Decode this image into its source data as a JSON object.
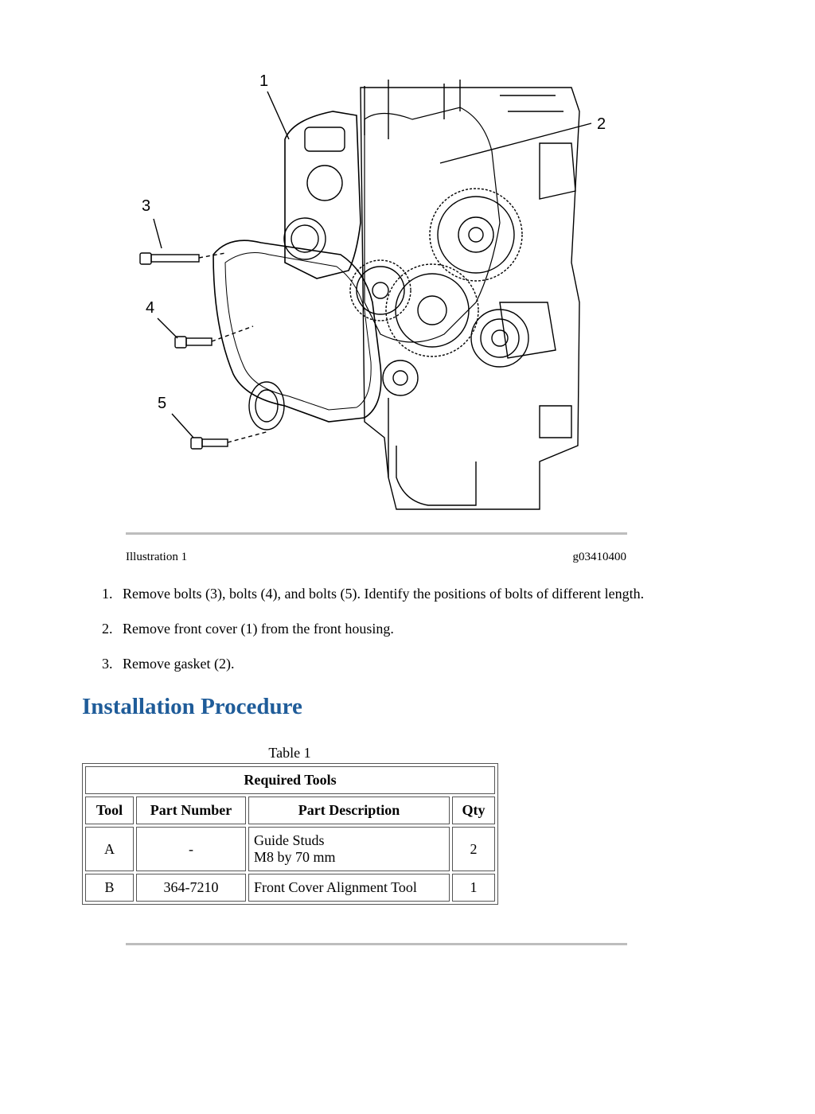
{
  "figure": {
    "callouts": [
      "1",
      "2",
      "3",
      "4",
      "5"
    ],
    "caption_left": "Illustration 1",
    "caption_right": "g03410400"
  },
  "removal_steps": [
    {
      "num": "1.",
      "text": "Remove bolts (3), bolts (4), and bolts (5). Identify the positions of bolts of different length."
    },
    {
      "num": "2.",
      "text": "Remove front cover (1) from the front housing."
    },
    {
      "num": "3.",
      "text": "Remove gasket (2)."
    }
  ],
  "section_title": "Installation Procedure",
  "table": {
    "caption": "Table 1",
    "title": "Required Tools",
    "headers": [
      "Tool",
      "Part Number",
      "Part Description",
      "Qty"
    ],
    "rows": [
      {
        "tool": "A",
        "part_number": "-",
        "desc_line1": "Guide Studs",
        "desc_line2": "M8 by 70 mm",
        "qty": "2"
      },
      {
        "tool": "B",
        "part_number": "364-7210",
        "desc_line1": "Front Cover Alignment Tool",
        "desc_line2": "",
        "qty": "1"
      }
    ]
  },
  "colors": {
    "heading": "#1f5c99",
    "rule": "#bdbdbd"
  }
}
